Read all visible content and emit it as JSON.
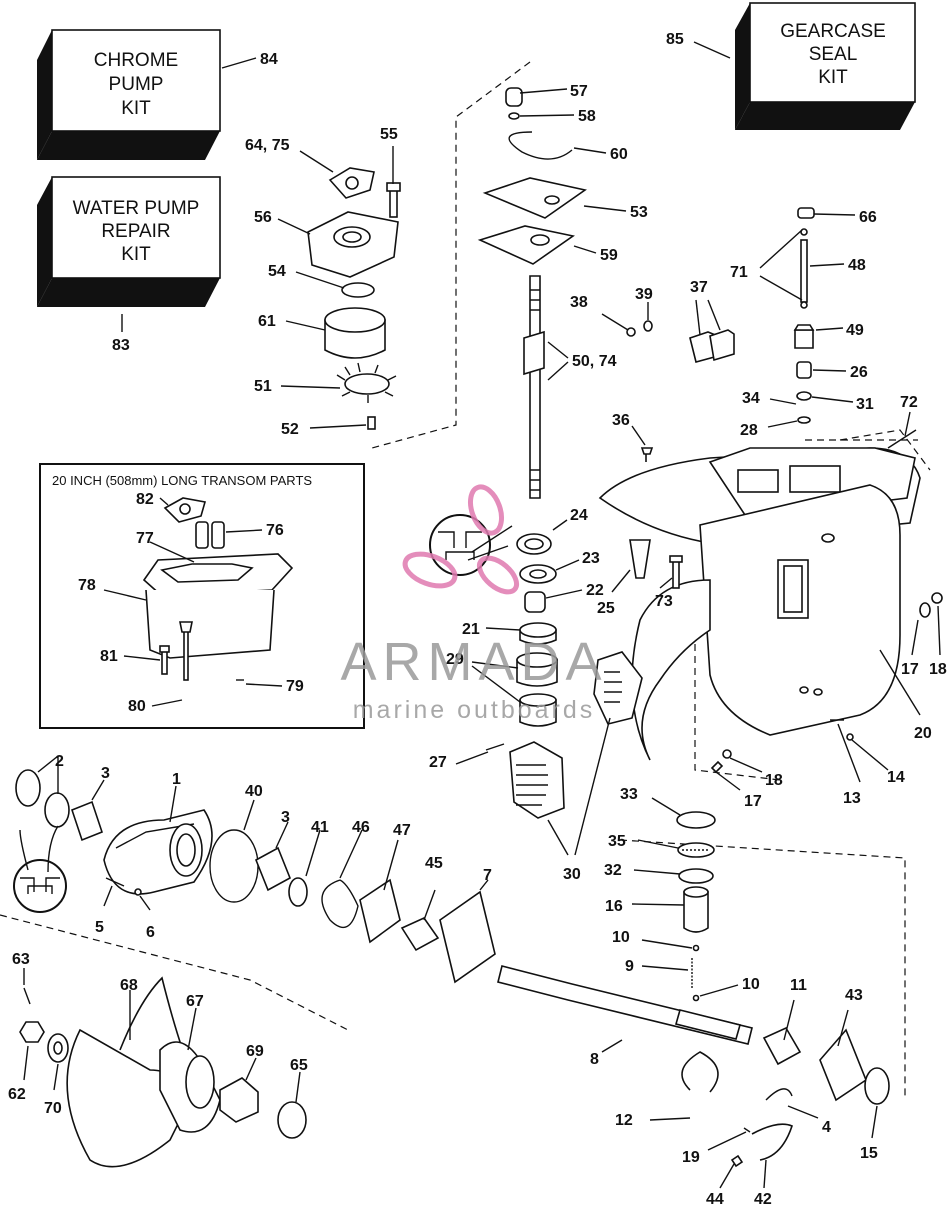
{
  "kits": {
    "chrome_pump": {
      "line1": "CHROME",
      "line2": "PUMP",
      "line3": "KIT",
      "ref": "84"
    },
    "water_pump": {
      "line1": "WATER PUMP",
      "line2": "REPAIR",
      "line3": "KIT",
      "ref": "83"
    },
    "gearcase_seal": {
      "line1": "GEARCASE",
      "line2": "SEAL",
      "line3": "KIT",
      "ref": "85"
    }
  },
  "inset": {
    "title": "20 INCH (508mm) LONG TRANSOM PARTS"
  },
  "watermark": {
    "brand": "ARMADA",
    "tagline": "marine outboards"
  },
  "callouts": {
    "c1": "1",
    "c2": "2",
    "c3a": "3",
    "c3b": "3",
    "c4": "4",
    "c5": "5",
    "c6": "6",
    "c7": "7",
    "c8": "8",
    "c9": "9",
    "c10a": "10",
    "c10b": "10",
    "c11": "11",
    "c12": "12",
    "c13": "13",
    "c14": "14",
    "c15": "15",
    "c16": "16",
    "c17a": "17",
    "c17b": "17",
    "c18a": "18",
    "c18b": "18",
    "c19": "19",
    "c20": "20",
    "c21": "21",
    "c22": "22",
    "c23": "23",
    "c24": "24",
    "c25": "25",
    "c26": "26",
    "c27": "27",
    "c28": "28",
    "c29": "29",
    "c30": "30",
    "c31": "31",
    "c32": "32",
    "c33": "33",
    "c34": "34",
    "c35": "35",
    "c36": "36",
    "c37": "37",
    "c38": "38",
    "c39": "39",
    "c40": "40",
    "c41": "41",
    "c42": "42",
    "c43": "43",
    "c44": "44",
    "c45": "45",
    "c46": "46",
    "c47": "47",
    "c48": "48",
    "c49": "49",
    "c5074": "50, 74",
    "c51": "51",
    "c52": "52",
    "c53": "53",
    "c54": "54",
    "c55": "55",
    "c56": "56",
    "c57": "57",
    "c58": "58",
    "c59": "59",
    "c60": "60",
    "c61": "61",
    "c62": "62",
    "c63": "63",
    "c6475": "64, 75",
    "c65": "65",
    "c66": "66",
    "c67": "67",
    "c68": "68",
    "c69": "69",
    "c70": "70",
    "c71": "71",
    "c72": "72",
    "c73": "73",
    "c76": "76",
    "c77": "77",
    "c78": "78",
    "c79": "79",
    "c80": "80",
    "c81": "81",
    "c82": "82"
  },
  "colors": {
    "ink": "#111111",
    "watermark_logo": "#e07ab0",
    "watermark_text": "#9a9a9a"
  }
}
